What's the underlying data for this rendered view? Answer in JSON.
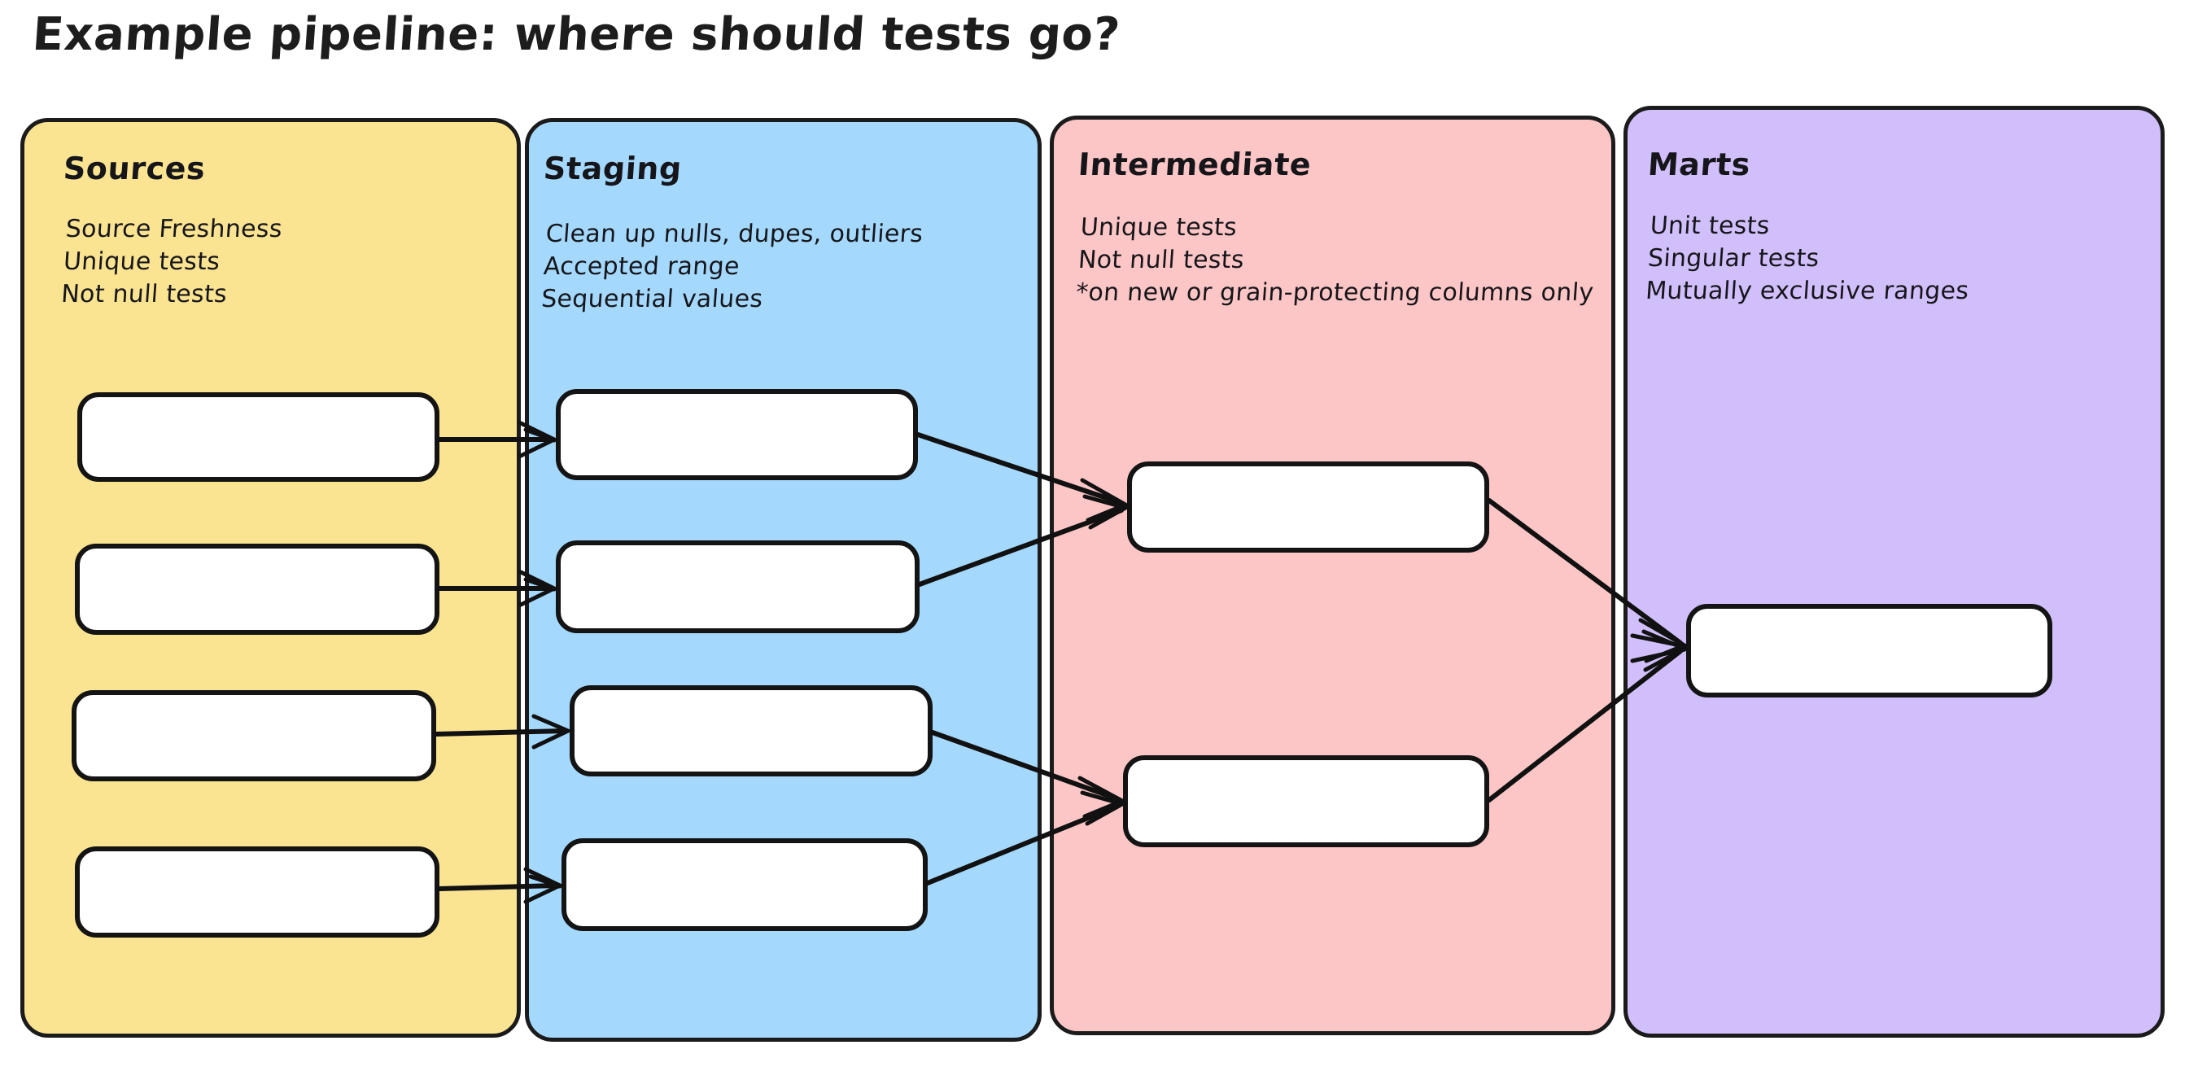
{
  "title": "Example pipeline: where should tests go?",
  "colors": {
    "sources": "#FAE391",
    "staging": "#A4D8FD",
    "intermediate": "#FDC6C6",
    "marts": "#D1BFFC",
    "stroke": "#141414",
    "node_fill": "#FFFFFF",
    "background": "#FFFFFF"
  },
  "lanes": [
    {
      "id": "sources",
      "title": "Sources",
      "notes": [
        "Source Freshness",
        "Unique tests",
        "Not null tests"
      ],
      "node_count": 4
    },
    {
      "id": "staging",
      "title": "Staging",
      "notes": [
        "Clean up nulls, dupes, outliers",
        "Accepted range",
        "Sequential values"
      ],
      "node_count": 4
    },
    {
      "id": "intermediate",
      "title": "Intermediate",
      "notes": [
        "Unique tests",
        "Not null tests",
        "*on new or grain-protecting columns only"
      ],
      "node_count": 2
    },
    {
      "id": "marts",
      "title": "Marts",
      "notes": [
        "Unit tests",
        "Singular tests",
        "Mutually exclusive ranges"
      ],
      "node_count": 1
    }
  ],
  "edges": [
    {
      "from": "sources-node-1",
      "to": "staging-node-1"
    },
    {
      "from": "sources-node-2",
      "to": "staging-node-2"
    },
    {
      "from": "sources-node-3",
      "to": "staging-node-3"
    },
    {
      "from": "sources-node-4",
      "to": "staging-node-4"
    },
    {
      "from": "staging-node-1",
      "to": "intermediate-node-1"
    },
    {
      "from": "staging-node-2",
      "to": "intermediate-node-1"
    },
    {
      "from": "staging-node-3",
      "to": "intermediate-node-2"
    },
    {
      "from": "staging-node-4",
      "to": "intermediate-node-2"
    },
    {
      "from": "intermediate-node-1",
      "to": "marts-node-1"
    },
    {
      "from": "intermediate-node-2",
      "to": "marts-node-1"
    }
  ]
}
